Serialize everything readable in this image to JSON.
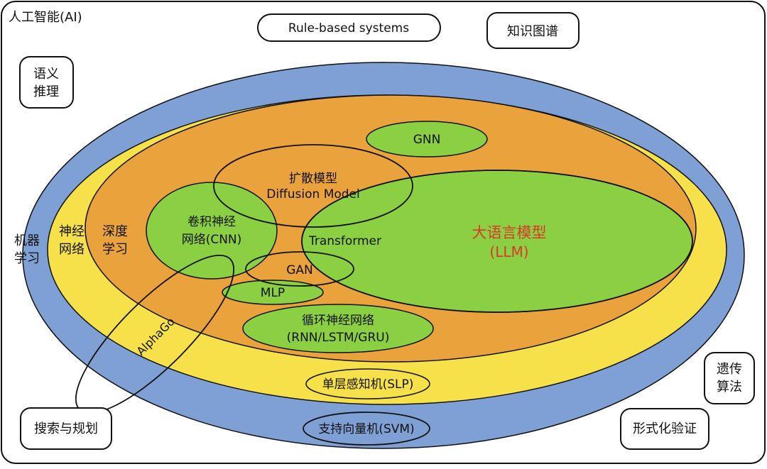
{
  "title": "人工智能(AI)",
  "top_items": {
    "rule_based": "Rule-based systems",
    "knowledge_graph": "知识图谱"
  },
  "outside_items": {
    "semantic_reasoning": [
      "语义",
      "推理"
    ],
    "search_planning": "搜索与规划",
    "genetic_algorithm": [
      "遗传",
      "算法"
    ],
    "formal_verification": "形式化验证"
  },
  "rings": {
    "machine_learning": [
      "机器",
      "学习"
    ],
    "neural_network": [
      "神经",
      "网络"
    ],
    "deep_learning": [
      "深度",
      "学习"
    ]
  },
  "models": {
    "gnn": "GNN",
    "diffusion": [
      "扩散模型",
      "Diffusion Model"
    ],
    "cnn": [
      "卷积神经",
      "网络(CNN)"
    ],
    "transformer": "Transformer",
    "llm": [
      "大语言模型",
      "(LLM)"
    ],
    "gan": "GAN",
    "mlp": "MLP",
    "rnn": [
      "循环神经网络",
      "(RNN/LSTM/GRU)"
    ],
    "alphago": "AlphaGo",
    "slp": "单层感知机(SLP)",
    "svm": "支持向量机(SVM)"
  },
  "colors": {
    "ml_ring": "#7fa0d4",
    "nn_ring": "#f7e14b",
    "dl_ring": "#eaa23d",
    "model_green": "#8bcf43",
    "llm_text": "#d63a28",
    "stroke": "#111111"
  }
}
